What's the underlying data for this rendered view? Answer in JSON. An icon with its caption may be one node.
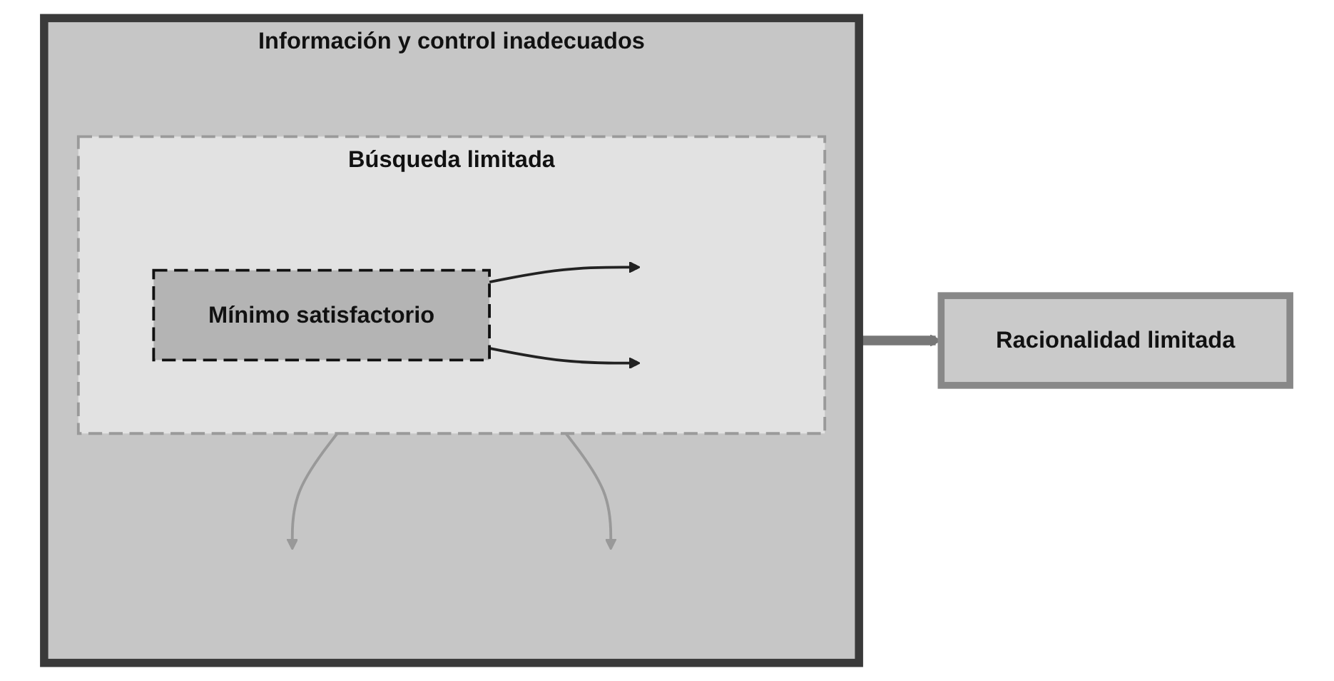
{
  "diagram": {
    "nodes": [
      {
        "text": [
          "Información y control inadecuados"
        ]
      },
      {
        "text": [
          "Búsqueda limitada"
        ],
        "in": 0
      },
      {
        "text": [
          "Mínimo satisfactorio"
        ],
        "in": 1
      },
      {
        "text": [
          "Racionalidad limitada"
        ]
      }
    ],
    "edges": [
      {
        "from": 2,
        "to": null,
        "arrow": "to",
        "color": "#222222"
      },
      {
        "from": 2,
        "to": null,
        "arrow": "to",
        "color": "#222222"
      },
      {
        "from": 1,
        "to": null,
        "arrow": "to",
        "color": "#999999"
      },
      {
        "from": 1,
        "to": null,
        "arrow": "to",
        "color": "#999999"
      },
      {
        "from": 0,
        "to": 3,
        "arrow": "to",
        "style": "thick",
        "color": "#777777"
      }
    ]
  }
}
